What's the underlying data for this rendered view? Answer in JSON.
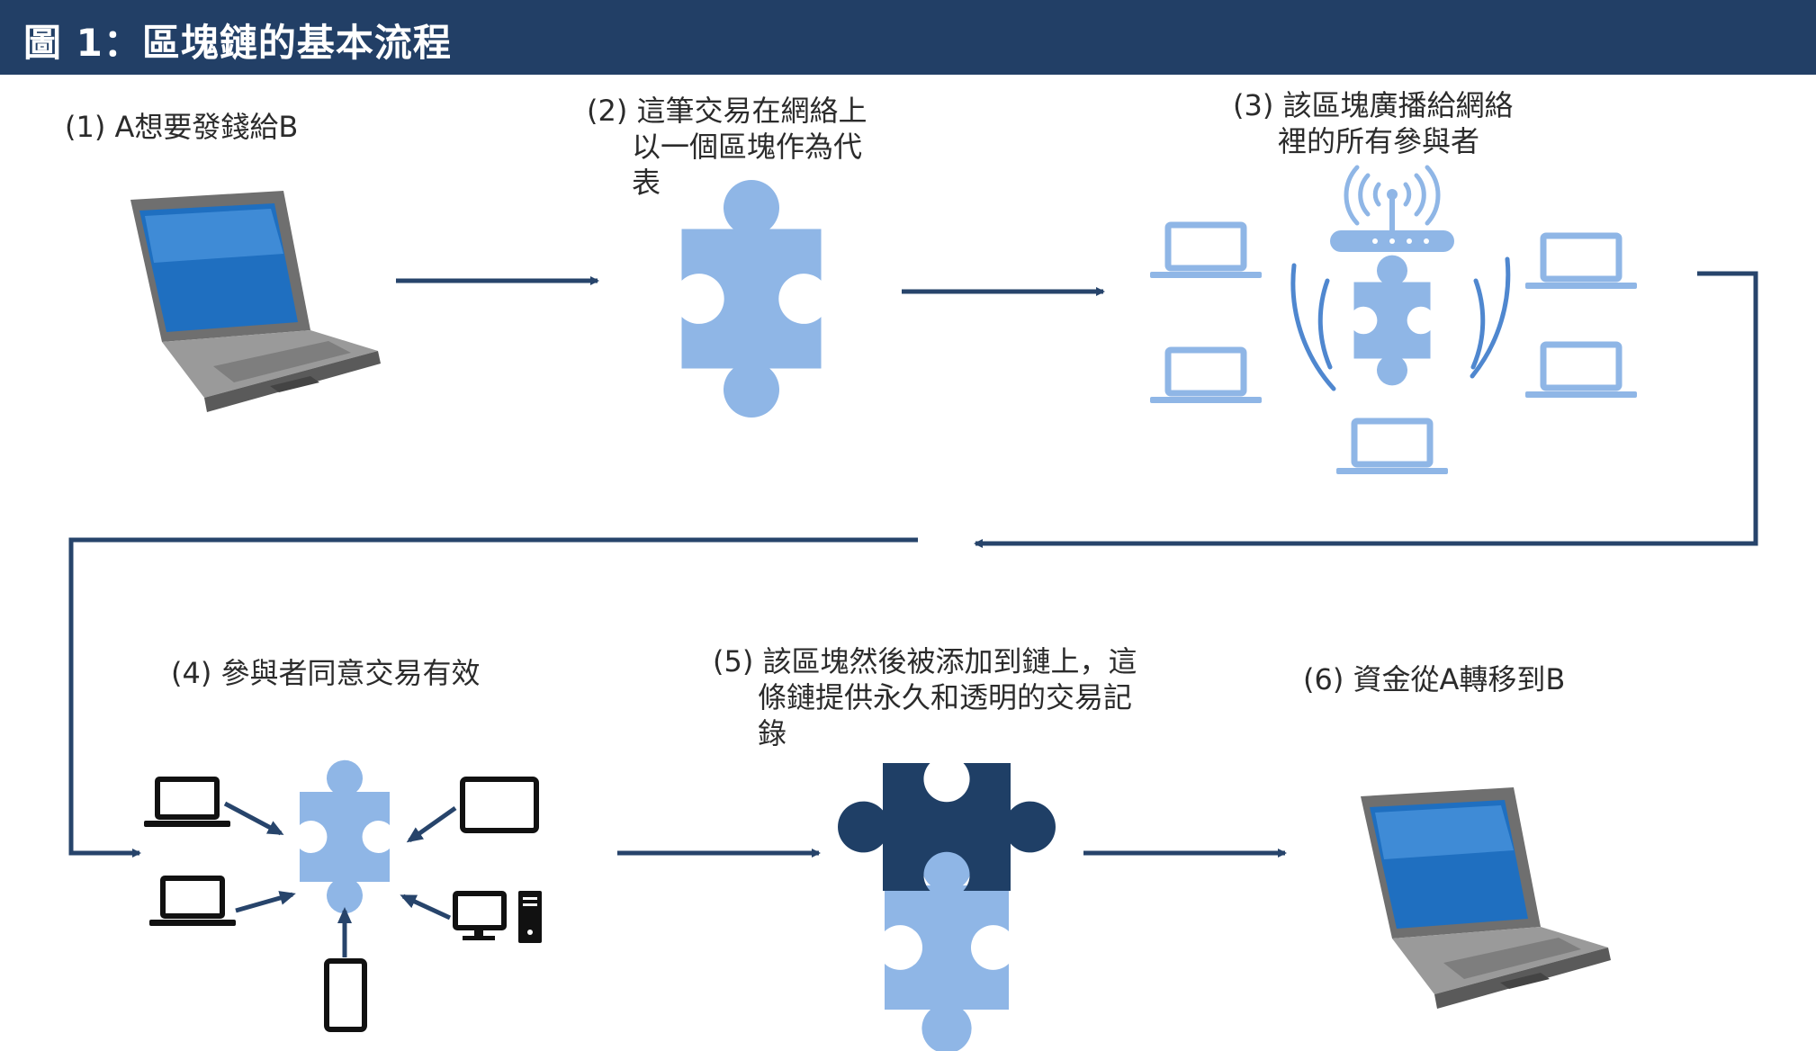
{
  "header": {
    "title": "圖 1：區塊鏈的基本流程"
  },
  "steps": [
    {
      "lines": [
        "(1) A想要發錢給B"
      ]
    },
    {
      "lines": [
        "(2) 這筆交易在網絡上",
        "以一個區塊作為代",
        "表"
      ]
    },
    {
      "lines": [
        "(3) 該區塊廣播給網絡",
        "裡的所有參與者"
      ]
    },
    {
      "lines": [
        "(4) 參與者同意交易有效"
      ]
    },
    {
      "lines": [
        "(5) 該區塊然後被添加到鏈上，這",
        "條鏈提供永久和透明的交易記",
        "錄"
      ]
    },
    {
      "lines": [
        "(6) 資金從A轉移到B"
      ]
    }
  ],
  "colors": {
    "header_bg": "#223f66",
    "header_text": "#ffffff",
    "arrow": "#27446b",
    "puzzle_light": "#8fb6e6",
    "puzzle_dark": "#1f3f66",
    "network_icons": "#8fb6e6",
    "device_icons": "#111111"
  },
  "icons": [
    "laptop-icon",
    "puzzle-piece-icon",
    "wifi-router-icon",
    "broadcast-wave-icon",
    "monitor-icon",
    "tablet-icon",
    "smartphone-icon",
    "desktop-computer-icon"
  ]
}
